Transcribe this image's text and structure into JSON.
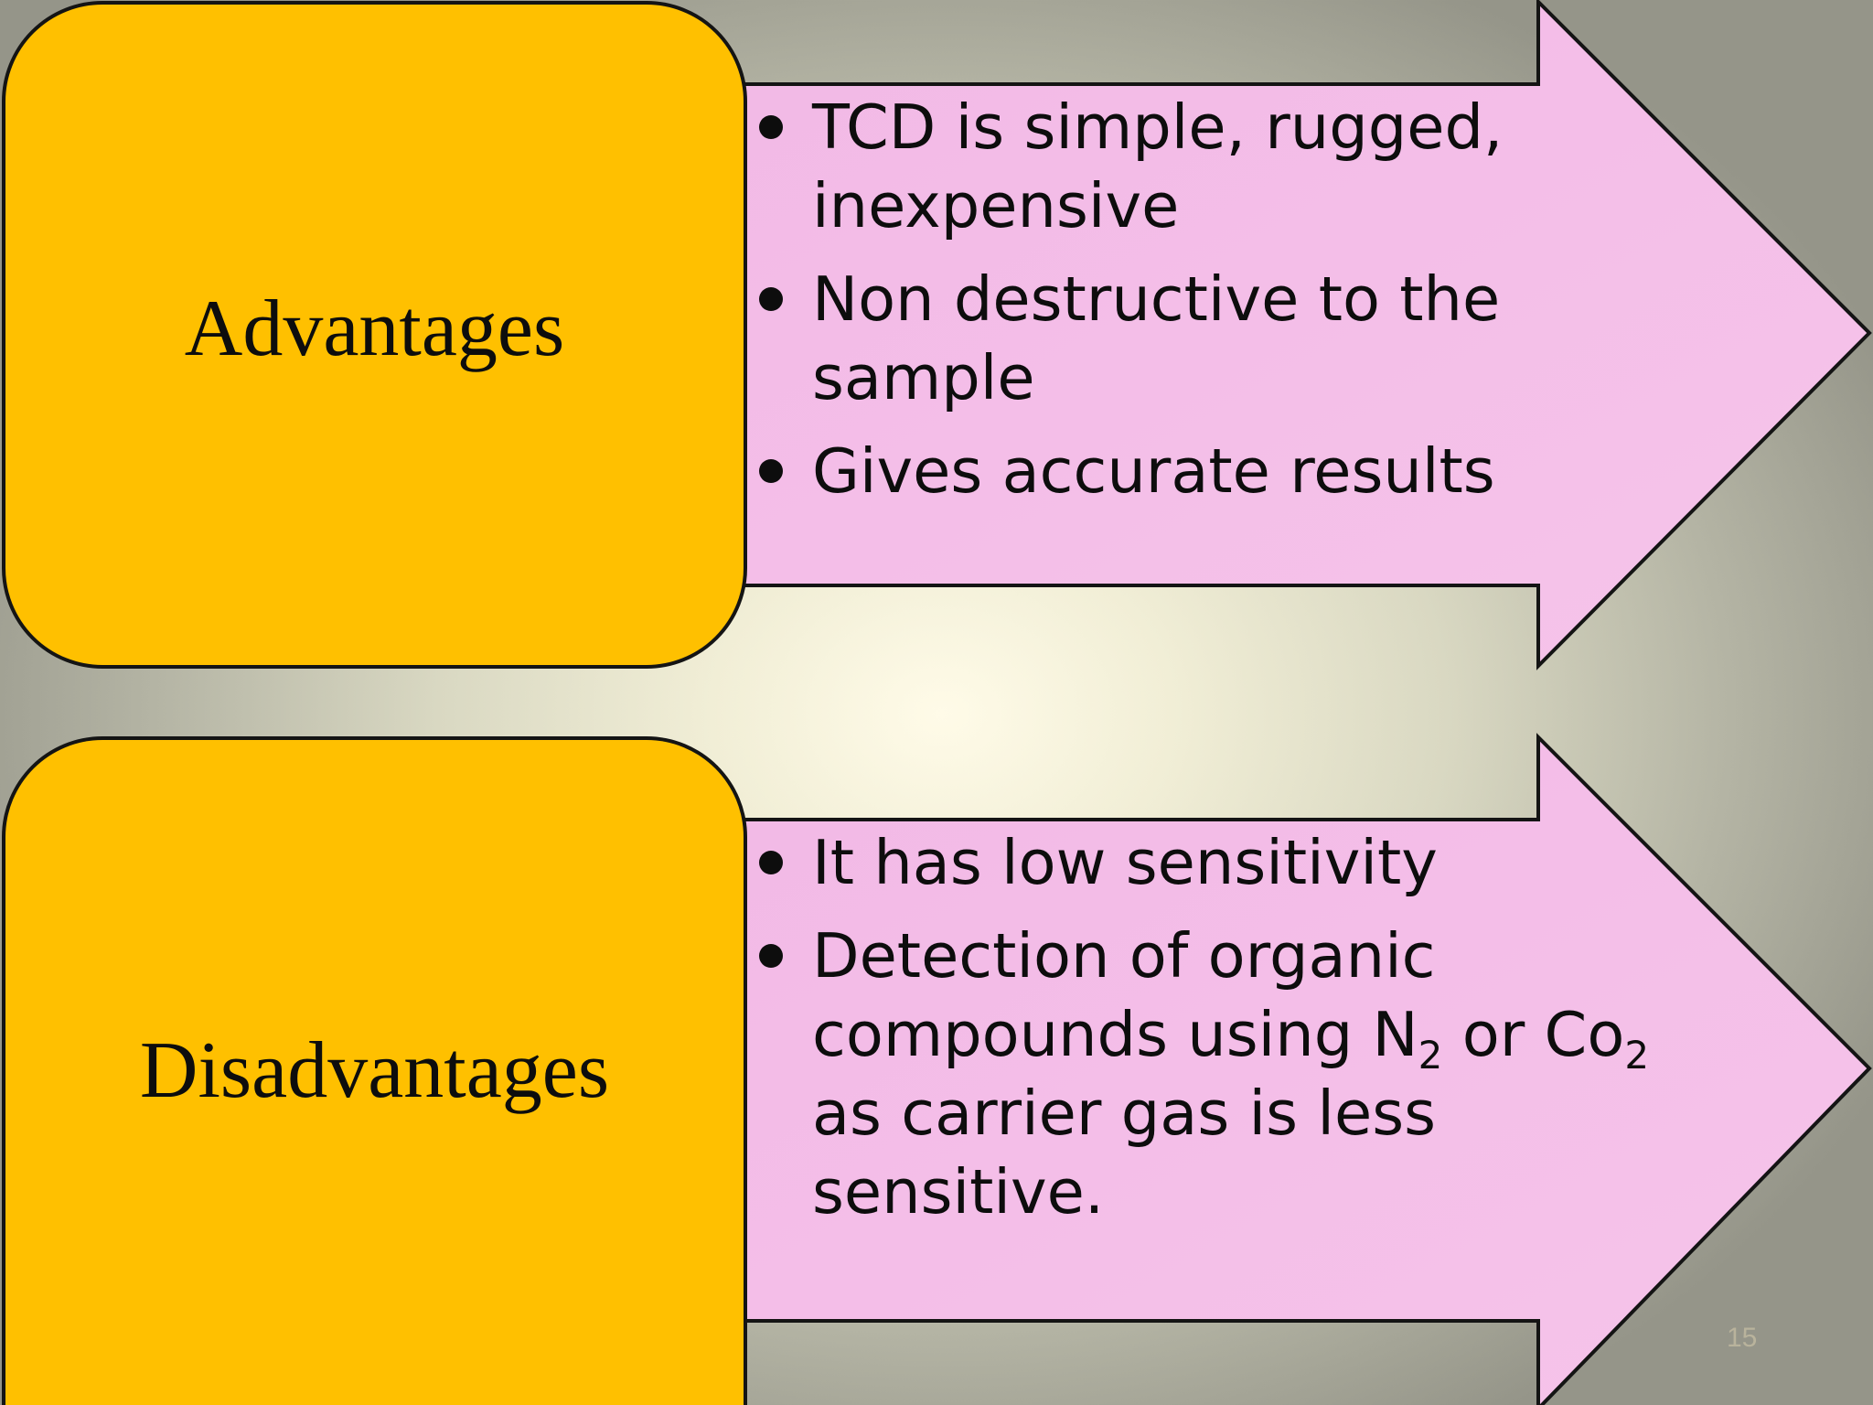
{
  "colors": {
    "label_fill": "#ffc000",
    "arrow_fill": "#f4bfe8",
    "outline": "#141414"
  },
  "advantages": {
    "label": "Advantages",
    "items": [
      "TCD is simple, rugged, inexpensive",
      "Non destructive to the sample",
      "Gives accurate results"
    ]
  },
  "disadvantages": {
    "label": "Disadvantages",
    "items": [
      "It has low sensitivity",
      {
        "before": "Detection of organic compounds using N",
        "sub1": "2",
        "middle": " or Co",
        "sub2": "2",
        "after": " as carrier gas is less sensitive."
      }
    ]
  },
  "page_number": "15"
}
